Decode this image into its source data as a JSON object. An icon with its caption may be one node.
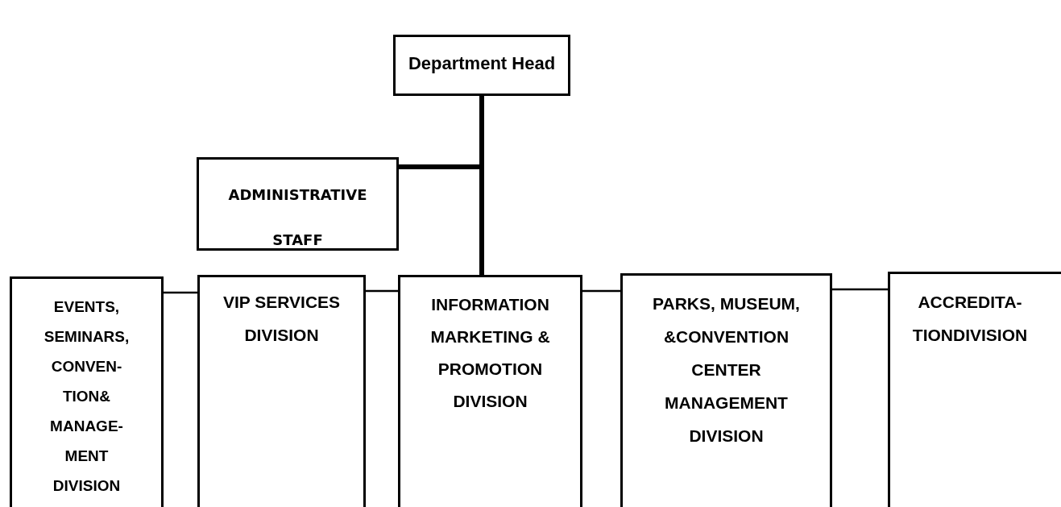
{
  "diagram": {
    "nodes": [
      {
        "text": [
          "Department Head"
        ]
      },
      {
        "text": [
          "ADMINISTRATIVE STAFF"
        ]
      },
      {
        "text": [
          "EVENTS, SEMINARS, CONVEN- TION& MANAGE- MENT DIVISION"
        ]
      },
      {
        "text": [
          "VIP SERVICES DIVISION"
        ]
      },
      {
        "text": [
          "INFORMATION MARKETING & PROMOTION DIVISION"
        ]
      },
      {
        "text": [
          "PARKS, MUSEUM, &CONVENTION CENTER MANAGEMENT DIVISION"
        ]
      },
      {
        "text": [
          "ACCREDITA- TIONDIVISION"
        ]
      }
    ],
    "edges": [
      {
        "from": 0,
        "to": 1,
        "arrow": "none",
        "style": "thick"
      },
      {
        "from": 0,
        "to": 4,
        "arrow": "none",
        "style": "thick"
      },
      {
        "from": 2,
        "to": 3,
        "arrow": "none"
      },
      {
        "from": 3,
        "to": 4,
        "arrow": "none"
      },
      {
        "from": 4,
        "to": 5,
        "arrow": "none"
      },
      {
        "from": 5,
        "to": 6,
        "arrow": "none"
      }
    ]
  }
}
